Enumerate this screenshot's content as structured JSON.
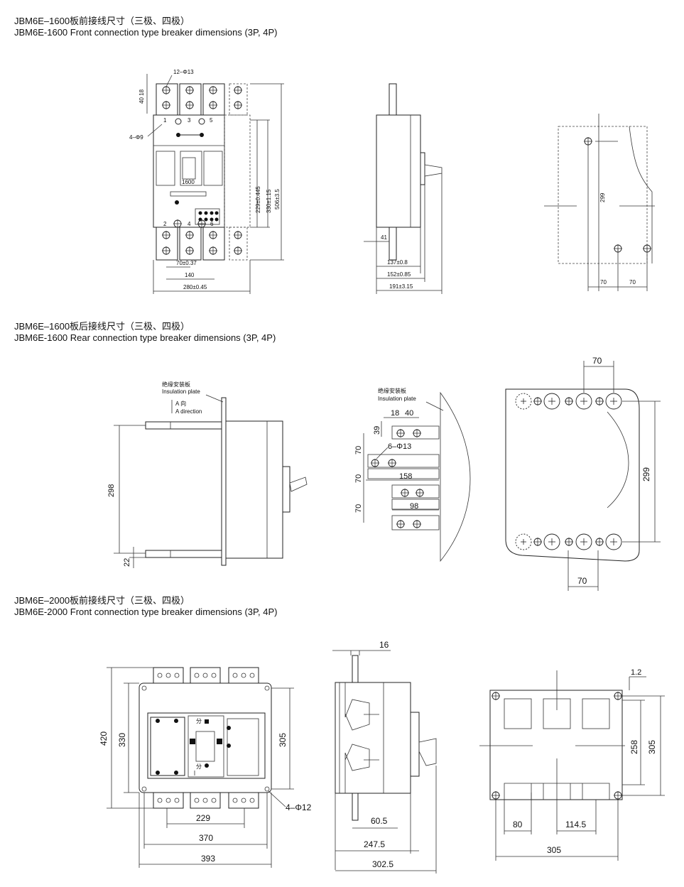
{
  "sections": [
    {
      "title_cn": "JBM6E–1600板前接线尺寸（三极、四极）",
      "title_en": "JBM6E-1600 Front connection type breaker dimensions (3P, 4P)"
    },
    {
      "title_cn": "JBM6E–1600板后接线尺寸（三极、四极）",
      "title_en": "JBM6E-1600 Rear connection type breaker dimensions (3P, 4P)"
    },
    {
      "title_cn": "JBM6E–2000板前接线尺寸（三极、四极）",
      "title_en": "JBM6E-2000 Front connection type breaker dimensions (3P, 4P)"
    }
  ],
  "d1": {
    "holes_top": "12–Φ13",
    "dim_40_18": "40 18",
    "mount_holes": "4–Φ9",
    "t1": "1",
    "t3": "3",
    "t5": "5",
    "t2": "2",
    "t4": "4",
    "t6": "6",
    "rating": "1600",
    "v1": "229±0.445",
    "v2": "330±1.15",
    "v3": "506±3.5",
    "h1": "70±0.37",
    "h2": "140",
    "h3": "280±0.45",
    "s1": "41",
    "s2": "137±0.8",
    "s3": "152±0.85",
    "s4": "191±3.15",
    "m1": "299",
    "m2": "70",
    "m3": "70"
  },
  "d2": {
    "plate_cn": "绝缘安装板",
    "plate_en": "Insulation plate",
    "dir_cn": "A 向",
    "dir_en": "A direction",
    "v298": "298",
    "v22": "22",
    "plate2_cn": "绝缘安装板",
    "plate2_en": "Insulation plate",
    "d18": "18",
    "d40": "40",
    "d39": "39",
    "holes": "6–Φ13",
    "d70a": "70",
    "d70b": "70",
    "d70c": "70",
    "d158": "158",
    "d98": "98",
    "r70top": "70",
    "r299": "299",
    "r70bot": "70"
  },
  "d3": {
    "f420": "420",
    "f330": "330",
    "f305": "305",
    "holes": "4–Φ12",
    "f229": "229",
    "f370": "370",
    "f393": "393",
    "off_label": "分",
    "on_label": "分",
    "s16": "16",
    "s60": "60.5",
    "s247": "247.5",
    "s302": "302.5",
    "m12": "1.2",
    "m258": "258",
    "m305": "305",
    "m80": "80",
    "m114": "114.5",
    "m305b": "305"
  }
}
